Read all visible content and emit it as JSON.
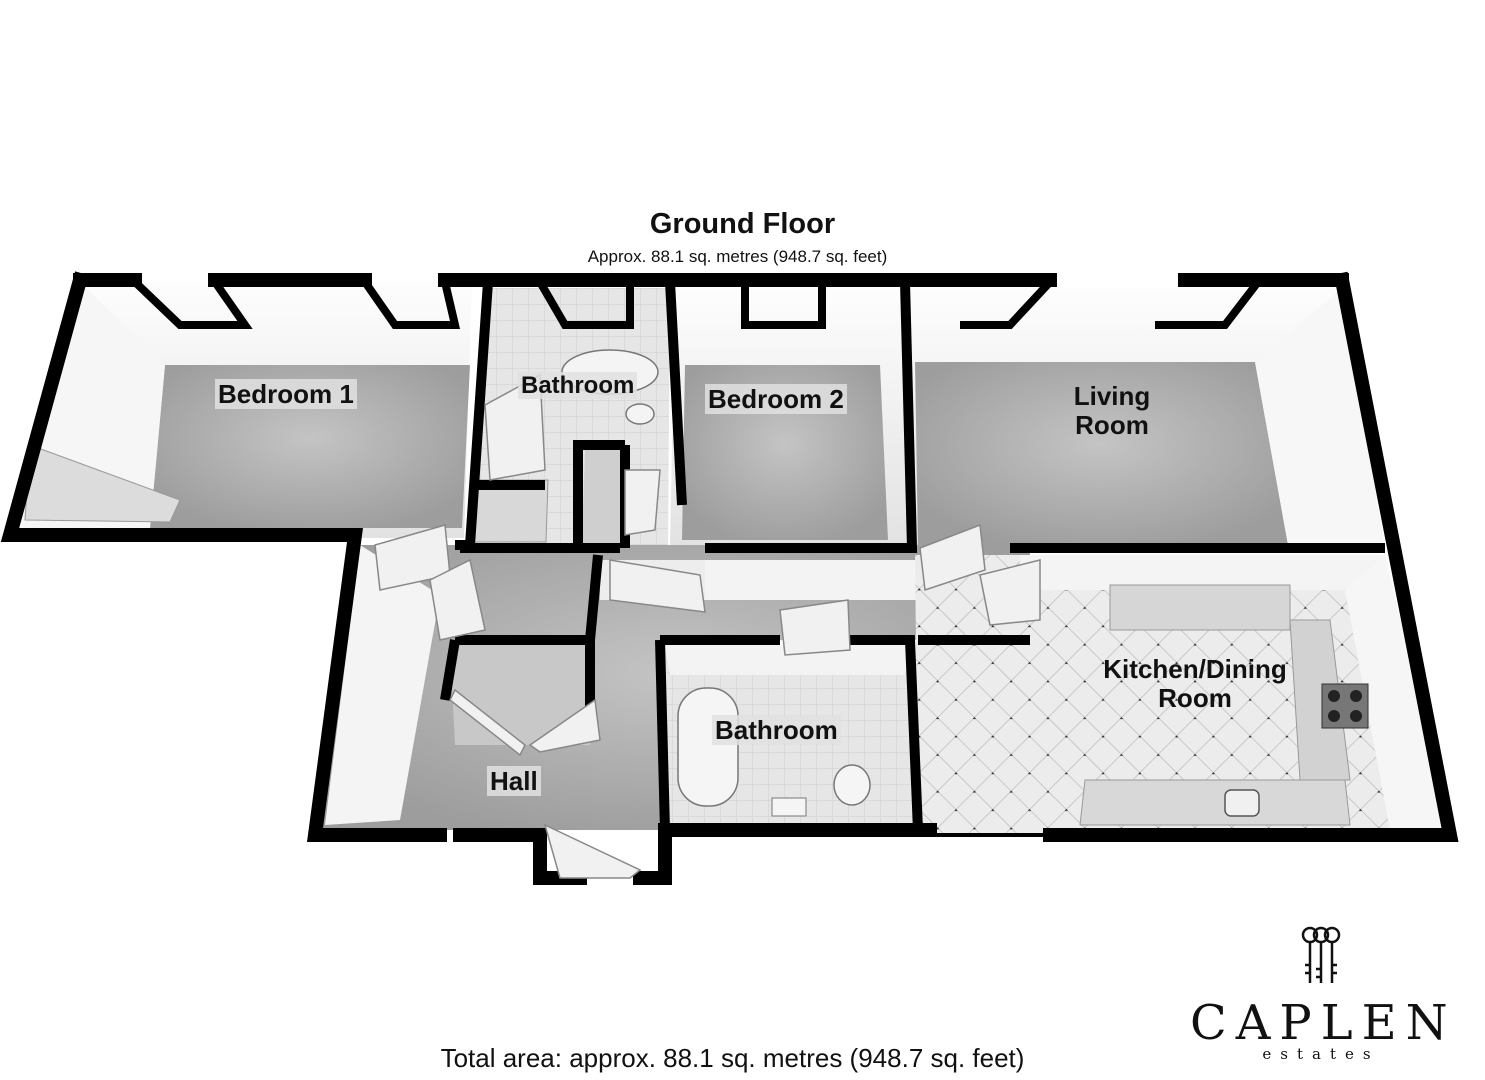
{
  "floor": {
    "title": "Ground Floor",
    "area": "Approx. 88.1 sq. metres (948.7 sq. feet)"
  },
  "rooms": {
    "bedroom_1": "Bedroom 1",
    "bathroom_upper": "Bathroom",
    "bedroom_2": "Bedroom 2",
    "living_line1": "Living",
    "living_line2": "Room",
    "kitchen_line1": "Kitchen/Dining",
    "kitchen_line2": "Room",
    "bathroom_lower": "Bathroom",
    "hall": "Hall"
  },
  "total_area": "Total area: approx. 88.1 sq. metres (948.7 sq. feet)",
  "logo": {
    "name": "CAPLEN",
    "sub": "estates",
    "icon": "keys-logo-icon"
  },
  "colors": {
    "wall": "#000000",
    "floor": "#b9b9b9",
    "inner_wall": "#efefef"
  }
}
